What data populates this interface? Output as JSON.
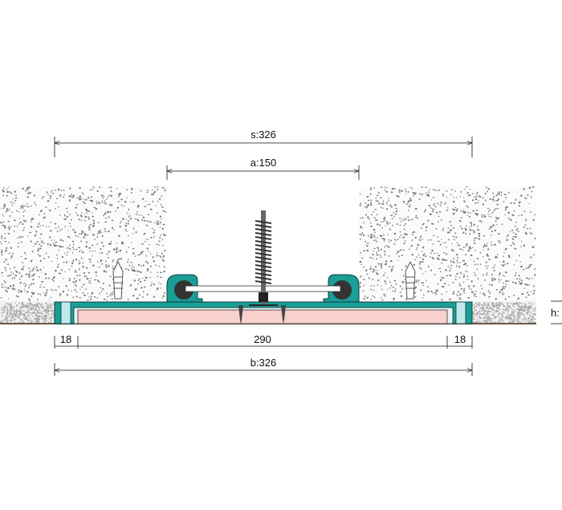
{
  "dimensions": {
    "s": "s:326",
    "a": "a:150",
    "left_edge": "18",
    "middle": "290",
    "right_edge": "18",
    "b": "b:326",
    "h": "h:"
  },
  "colors": {
    "profile": "#1a9e96",
    "insert": "#f8d0cc",
    "bulb": "#333333",
    "floor_line": "#6b5a48"
  }
}
